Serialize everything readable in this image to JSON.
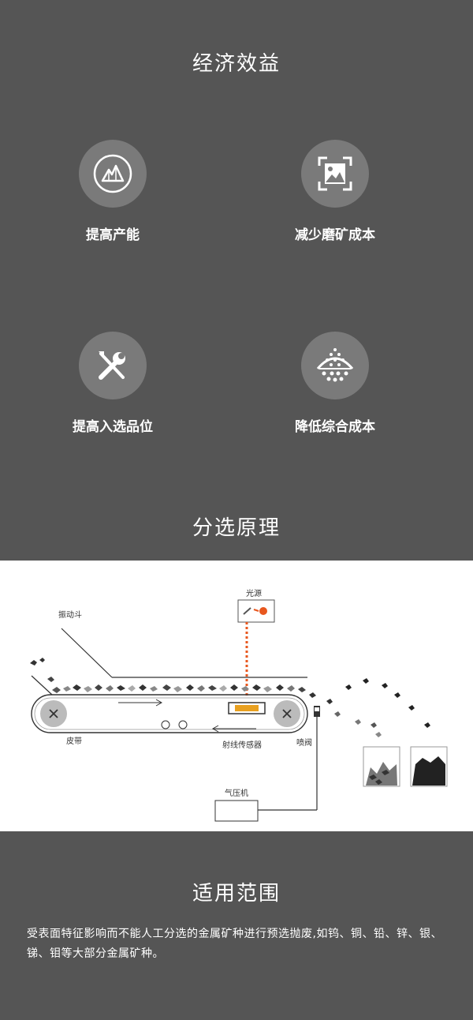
{
  "benefits": {
    "title": "经济效益",
    "items": [
      {
        "label": "提高产能",
        "icon": "mountain-icon"
      },
      {
        "label": "减少磨矿成本",
        "icon": "image-frame-icon"
      },
      {
        "label": "提高入选品位",
        "icon": "wrench-screwdriver-icon"
      },
      {
        "label": "降低综合成本",
        "icon": "particle-separation-icon"
      }
    ]
  },
  "principle": {
    "title": "分选原理",
    "labels": {
      "light_source": "光源",
      "vibrating_hopper": "振动斗",
      "belt": "皮带",
      "sensor": "射线传感器",
      "valve": "喷阀",
      "compressor": "气压机"
    }
  },
  "scope": {
    "title": "适用范围",
    "text": "受表面特征影响而不能人工分选的金属矿种进行预选抛废,如钨、铜、铅、锌、银、锑、钼等大部分金属矿种。"
  },
  "colors": {
    "background": "#555555",
    "circle": "#7a7a7a",
    "accent": "#e8571e"
  }
}
